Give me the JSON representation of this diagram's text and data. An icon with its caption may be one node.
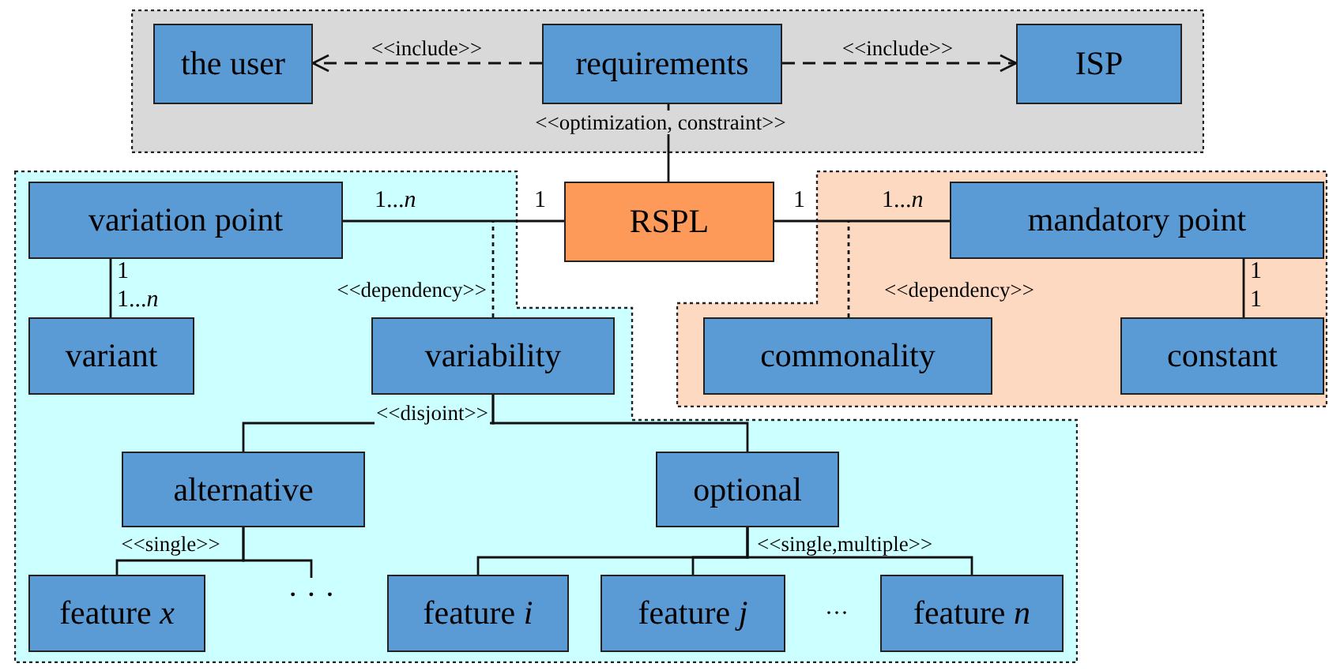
{
  "diagram": {
    "nodes": [
      {
        "text": [],
        "shape": "box"
      },
      {
        "text": [
          "the user"
        ],
        "in": 0
      },
      {
        "text": [
          "requirements"
        ],
        "in": 0
      },
      {
        "text": [
          "ISP"
        ],
        "in": 0
      },
      {
        "text": [
          "RSPL"
        ]
      },
      {
        "text": [],
        "shape": "box"
      },
      {
        "text": [
          "variation point"
        ],
        "in": 5
      },
      {
        "text": [
          "variant"
        ],
        "in": 5
      },
      {
        "text": [
          "variability"
        ],
        "in": 5
      },
      {
        "text": [
          "alternative"
        ],
        "in": 5
      },
      {
        "text": [
          "optional"
        ],
        "in": 5
      },
      {
        "text": [
          "feature *x*"
        ],
        "in": 5
      },
      {
        "text": [
          "· · ·"
        ],
        "in": 5
      },
      {
        "text": [
          "feature *i*"
        ],
        "in": 5
      },
      {
        "text": [
          "feature *j*"
        ],
        "in": 5
      },
      {
        "text": [
          "feature *n*"
        ],
        "in": 5
      },
      {
        "text": [],
        "shape": "box"
      },
      {
        "text": [
          "mandatory point"
        ],
        "in": 16
      },
      {
        "text": [
          "commonality"
        ],
        "in": 16
      },
      {
        "text": [
          "constant"
        ],
        "in": 16
      }
    ],
    "edges": [
      {
        "from": 2,
        "to": 1,
        "arrow": "to",
        "style": "dashed",
        "label": "<<include>>"
      },
      {
        "from": 2,
        "to": 3,
        "arrow": "to",
        "style": "dashed",
        "label": "<<include>>"
      },
      {
        "from": 2,
        "to": 4,
        "arrow": "none",
        "label": "<<optimization, constraint>>"
      },
      {
        "from": 4,
        "to": 6,
        "arrow": "none"
      },
      {
        "from": 4,
        "to": 17,
        "arrow": "none"
      },
      {
        "from": 6,
        "to": 7,
        "arrow": "none"
      },
      {
        "from": 8,
        "to": null,
        "arrow": "none",
        "style": "dashed",
        "label": "<<dependency>>"
      },
      {
        "from": 18,
        "to": null,
        "arrow": "none",
        "style": "dashed",
        "label": "<<dependency>>"
      },
      {
        "from": 17,
        "to": 19,
        "arrow": "none"
      },
      {
        "from": 8,
        "to": 9,
        "arrow": "none",
        "label": "<<disjoint>>"
      },
      {
        "from": 8,
        "to": 10,
        "arrow": "none"
      },
      {
        "from": 9,
        "to": 11,
        "arrow": "none",
        "label": "<<single>>"
      },
      {
        "from": 9,
        "to": 12,
        "arrow": "none"
      },
      {
        "from": 10,
        "to": 13,
        "arrow": "none",
        "label": "<<single,multiple>>"
      },
      {
        "from": 10,
        "to": 14,
        "arrow": "none"
      },
      {
        "from": 10,
        "to": 15,
        "arrow": "none"
      }
    ],
    "labels": [
      "1...*n*",
      "1",
      "1",
      "1...*n*",
      "1",
      "1",
      "1...*n*",
      "1",
      "···"
    ]
  }
}
